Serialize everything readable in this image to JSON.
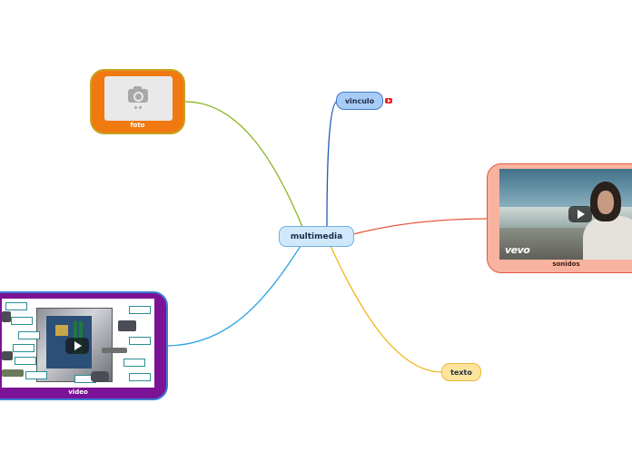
{
  "map": {
    "central": "multimedia",
    "branches": [
      {
        "id": "vinculo",
        "label": "vinculo",
        "color": "#1f5db8",
        "badge": "youtube-link-icon"
      },
      {
        "id": "foto",
        "label": "foto",
        "color": "#86b51d",
        "node_color": "#f07a10",
        "content": "image-placeholder"
      },
      {
        "id": "sonidos",
        "label": "sonidos",
        "color": "#e4583e",
        "node_color": "#f8b3a0",
        "content": "embedded-video",
        "overlay_text": "vevo"
      },
      {
        "id": "video",
        "label": "video",
        "color": "#2ea3e0",
        "node_color": "#7c1296",
        "content": "embedded-video"
      },
      {
        "id": "texto",
        "label": "texto",
        "color": "#f2b61c",
        "node_color": "#fde49b"
      }
    ]
  }
}
